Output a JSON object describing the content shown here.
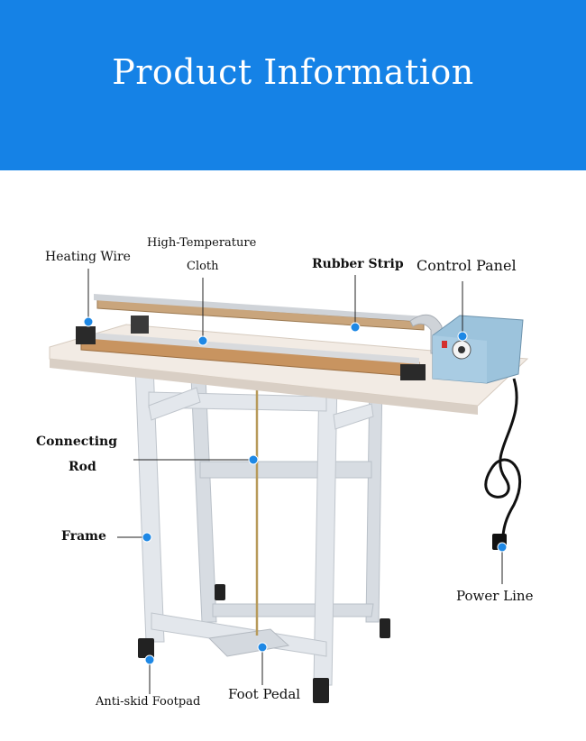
{
  "banner": {
    "title": "Product Information",
    "color": "#1582e6"
  },
  "labels": {
    "heating_wire": "Heating Wire",
    "cloth_line1": "High-Temperature",
    "cloth_line2": "Cloth",
    "rubber_strip": "Rubber Strip",
    "control_panel": "Control Panel",
    "connecting_rod_line1": "Connecting",
    "connecting_rod_line2": "Rod",
    "frame": "Frame",
    "power_line": "Power Line",
    "anti_skid_footpad": "Anti-skid Footpad",
    "foot_pedal": "Foot Pedal"
  },
  "colors": {
    "callout_dot": "#1e88e5",
    "frame": "#dfe3e8",
    "table_top": "#f2ebe4",
    "control_box": "#9cc3dc"
  }
}
